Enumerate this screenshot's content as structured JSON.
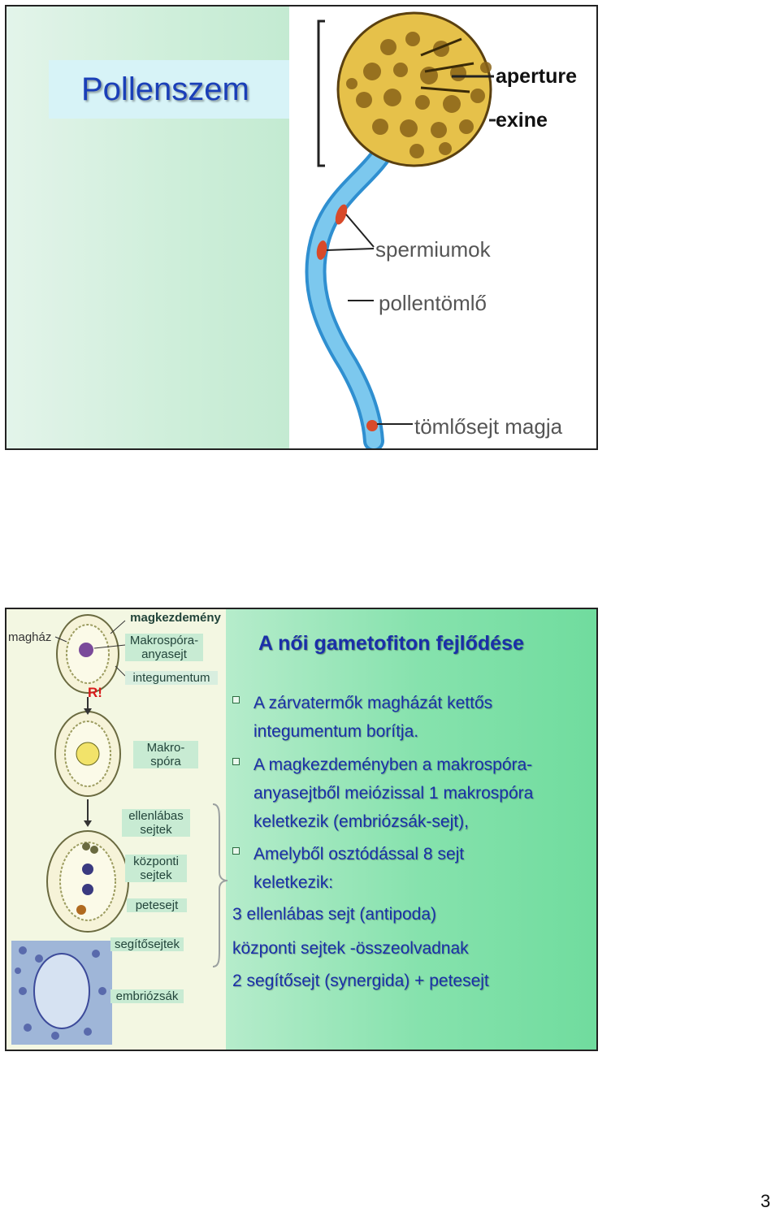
{
  "slide1": {
    "title": "Pollenszem",
    "labels": {
      "aperture": "aperture",
      "exine": "exine",
      "spermiumok": "spermiumok",
      "pollentomlo": "pollentömlő",
      "tomlosejt_magja": "tömlősejt magja"
    }
  },
  "slide2": {
    "title": "A női gametofiton fejlődése",
    "left_labels": {
      "maghaz": "magház",
      "magkezdemeny": "magkezdemény",
      "makrospora_anyasejt_1": "Makrospóra-",
      "makrospora_anyasejt_2": "anyasejt",
      "integumentum": "integumentum",
      "r_mark": "R!",
      "makro_1": "Makro-",
      "makro_2": "spóra",
      "ellenlabas_1": "ellenlábas",
      "ellenlabas_2": "sejtek",
      "kozponti_1": "központi",
      "kozponti_2": "sejtek",
      "petesejt": "petesejt",
      "segitosejtek": "segítősejtek",
      "embriozsak": "embriózsák"
    },
    "bullets": [
      {
        "lines": [
          "A zárvatermők magházát kettős",
          "integumentum borítja."
        ]
      },
      {
        "lines": [
          "A magkezdeményben a makrospóra-",
          "anyasejtből meiózissal 1 makrospóra",
          "keletkezik (embriózsák-sejt),"
        ]
      },
      {
        "lines": [
          "Amelyből osztódással 8 sejt",
          "keletkezik:"
        ]
      }
    ],
    "plain_lines": [
      "3 ellenlábas sejt (antipoda)",
      "központi sejtek -összeolvadnak",
      "2 segítősejt (synergida) + petesejt"
    ]
  },
  "page_number": "3"
}
